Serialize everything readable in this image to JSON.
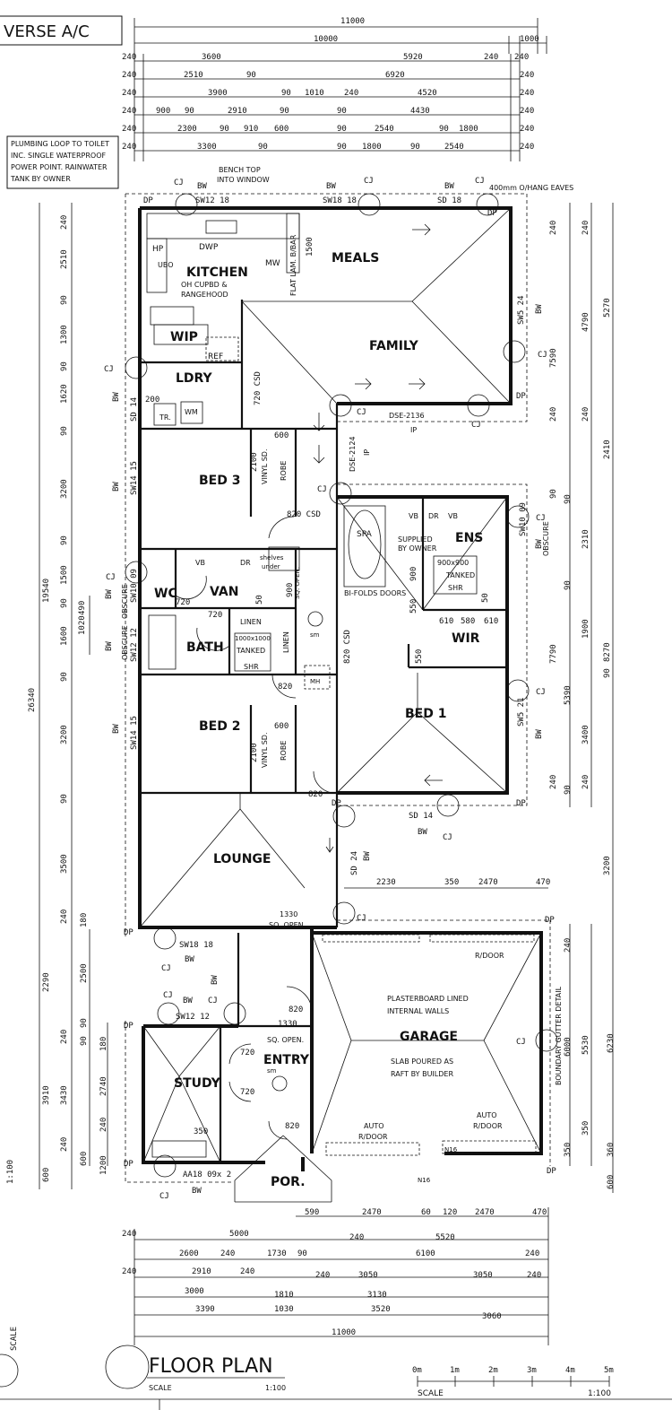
{
  "header": {
    "title_fragment": "VERSE A/C"
  },
  "notes": {
    "plumbing": [
      "PLUMBING LOOP TO TOILET",
      "INC. SINGLE WATERPROOF",
      "POWER POINT. RAINWATER",
      "TANK BY OWNER"
    ],
    "bench_top": [
      "BENCH TOP",
      "INTO WINDOW"
    ],
    "eaves": "400mm O/HANG EAVES",
    "supplied_by_owner": [
      "SUPPLIED",
      "BY OWNER"
    ],
    "plasterboard": [
      "PLASTERBOARD LINED",
      "INTERNAL WALLS"
    ],
    "slab": [
      "SLAB POURED AS",
      "RAFT BY BUILDER"
    ],
    "boundary_gutter": "BOUNDARY GUTTER DETAIL",
    "bi_folds": "BI-FOLDS DOORS"
  },
  "rooms": {
    "kitchen": "KITCHEN",
    "meals": "MEALS",
    "family": "FAMILY",
    "wip": "WIP",
    "ldry": "LDRY",
    "bed3": "BED 3",
    "ens": "ENS",
    "wc": "WC",
    "van": "VAN",
    "bath": "BATH",
    "wir": "WIR",
    "bed2": "BED 2",
    "bed1": "BED 1",
    "lounge": "LOUNGE",
    "garage": "GARAGE",
    "entry": "ENTRY",
    "study": "STUDY",
    "por": "POR."
  },
  "labels": {
    "oh_cupbd": [
      "OH CUPBD &",
      "RANGEHOOD"
    ],
    "dwp": "DWP",
    "mw": "MW",
    "hp": "HP",
    "ubo": "UBO",
    "ref": "REF",
    "tr": "TR.",
    "wm": "WM",
    "flat_lam": "FLAT LAM. B/BAR",
    "robe": "ROBE",
    "vinyl_sd": "VINYL SD.",
    "linen": "LINEN",
    "tanked_shr": [
      "TANKED",
      "SHR"
    ],
    "shr_900": "1000x1000",
    "ens_shr": [
      "900x900",
      "TANKED",
      "SHR"
    ],
    "spa": "SPA",
    "vb": "VB",
    "dr": "DR",
    "shelves": [
      "shelves",
      "under"
    ],
    "sq_open": "SQ. OPEN.",
    "sq_open_1330": [
      "1330",
      "SQ. OPEN."
    ],
    "r_door": "R/DOOR",
    "auto_rdoor": [
      "AUTO",
      "R/DOOR"
    ],
    "mh": "MH",
    "sm": "sm",
    "dse_2136": "DSE-2136",
    "dse_2124": "DSE-2124",
    "ip": "IP",
    "n16": "N16",
    "obscure": "OBSCURE"
  },
  "windows": {
    "sw12_18": "SW12 18",
    "sw18_18": "SW18 18",
    "sd18": "SD 18",
    "sw5_24": "SW5 24",
    "sd14": "SD 14",
    "sw14_15": "SW14 15",
    "sw10_09": "SW10 09",
    "sw12_12": "SW12 12",
    "sw5_21": "SW5 21",
    "sd14b": "SD 14",
    "sd24": "SD 24",
    "sw18_18b": "SW18 18",
    "sw12_12b": "SW12 12",
    "aa18": "AA18 09x 2"
  },
  "codes": {
    "bw": "BW",
    "cj": "CJ",
    "dp": "DP"
  },
  "door_sizes": {
    "d820": "820",
    "d720": "720",
    "csd820": "820 CSD",
    "csd720": "720 CSD"
  },
  "top_dims": [
    [
      "11000"
    ],
    [
      "10000",
      "1000"
    ],
    [
      "240",
      "3600",
      "5920",
      "240",
      "240"
    ],
    [
      "240",
      "2510",
      "90",
      "6920",
      "240"
    ],
    [
      "240",
      "3900",
      "90",
      "1010",
      "240",
      "4520",
      "240"
    ],
    [
      "240",
      "900",
      "90",
      "2910",
      "90",
      "90",
      "4430",
      "240"
    ],
    [
      "240",
      "2300",
      "90",
      "910",
      "600",
      "90",
      "2540",
      "90",
      "1800",
      "240"
    ],
    [
      "240",
      "3300",
      "90",
      "90",
      "1800",
      "90",
      "2540",
      "240"
    ]
  ],
  "bottom_dims": [
    [
      "590",
      "2470",
      "60",
      "120",
      "2470",
      "470"
    ],
    [
      "240",
      "5000",
      "240",
      "5520"
    ],
    [
      "2600",
      "240",
      "1730",
      "90",
      "6100",
      "240"
    ],
    [
      "240",
      "2910",
      "240",
      "240",
      "3050",
      "3050",
      "240"
    ],
    [
      "3000",
      "1810",
      "3130"
    ],
    [
      "3390",
      "1030",
      "3520",
      "3060"
    ],
    [
      "11000"
    ]
  ],
  "left_dims_a": [
    "240",
    "2510",
    "90",
    "1300",
    "90",
    "1620",
    "90",
    "3200",
    "90",
    "1500",
    "90",
    "1600",
    "90",
    "3200",
    "90",
    "3500",
    "240",
    "2290",
    "240",
    "3910",
    "240",
    "600"
  ],
  "left_dims_b": [
    "19540",
    "26340",
    "1020",
    "490",
    "2500",
    "180",
    "90",
    "3430",
    "2740",
    "240",
    "600",
    "1200",
    "180",
    "90"
  ],
  "right_dims": [
    "240",
    "4790",
    "240",
    "7590",
    "240",
    "2410",
    "90",
    "2310",
    "90",
    "1900",
    "90",
    "3400",
    "240",
    "7790",
    "5390",
    "8270",
    "90",
    "240",
    "3200",
    "240",
    "5530",
    "6000",
    "6230",
    "350",
    "360",
    "350",
    "600",
    "5270",
    "90"
  ],
  "mid_dims": {
    "a": "2230",
    "b": "350",
    "c": "2470",
    "d": "470"
  },
  "wir_dims": [
    "610",
    "580",
    "610"
  ],
  "small": {
    "d550": "550",
    "d900": "900",
    "d200": "200",
    "d50": "50",
    "d600": "600",
    "d2100": "2100",
    "d1500": "1500",
    "d350": "350",
    "d1330": "1330"
  },
  "footer": {
    "title": "FLOOR PLAN",
    "scale_label": "SCALE",
    "scale_value": "1:100",
    "scale_ticks": [
      "0m",
      "1m",
      "2m",
      "3m",
      "4m",
      "5m"
    ],
    "scale_bar_label": "SCALE",
    "scale_bar_value": "1:100",
    "left_scale": "1:100",
    "left_scale_label": "SCALE"
  }
}
